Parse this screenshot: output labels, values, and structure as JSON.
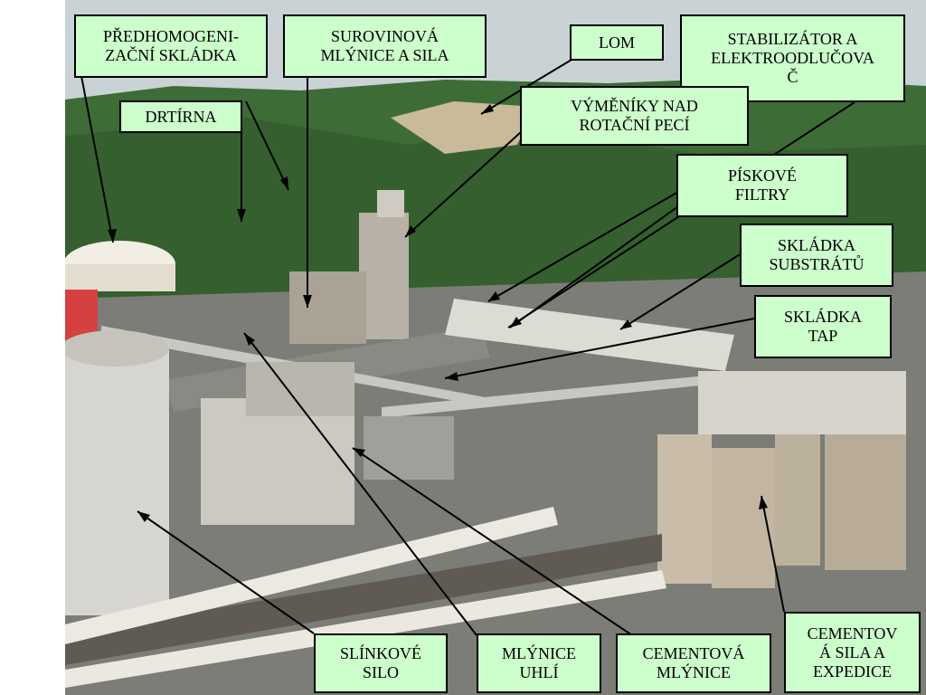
{
  "labels": {
    "predhomogenizacni": "PŘEDHOMOGENI-\nZAČNÍ SKLÁDKA",
    "surovinova": "SUROVINOVÁ\nMLÝNICE A SILA",
    "lom": "LOM",
    "stabilizator": "STABILIZÁTOR A\nELEKTROODLUČOVA\nČ",
    "drtirna": "DRTÍRNA",
    "vymeniky": "VÝMĚNÍKY NAD\nROTAČNÍ PECÍ",
    "piskove": "PÍSKOVÉ\nFILTRY",
    "substratu": "SKLÁDKA\nSUBSTRÁTŮ",
    "tap": "SKLÁDKA\nTAP",
    "slinkove": "SLÍNKOVÉ\nSILO",
    "mlynice_uhli": "MLÝNICE\nUHLÍ",
    "cementova": "CEMENTOVÁ\nMLÝNICE",
    "cementova_sila": "CEMENTOV\nÁ SILA A\nEXPEDICE"
  },
  "colors": {
    "label_fill": "#ccffcc",
    "label_border": "#000000"
  }
}
